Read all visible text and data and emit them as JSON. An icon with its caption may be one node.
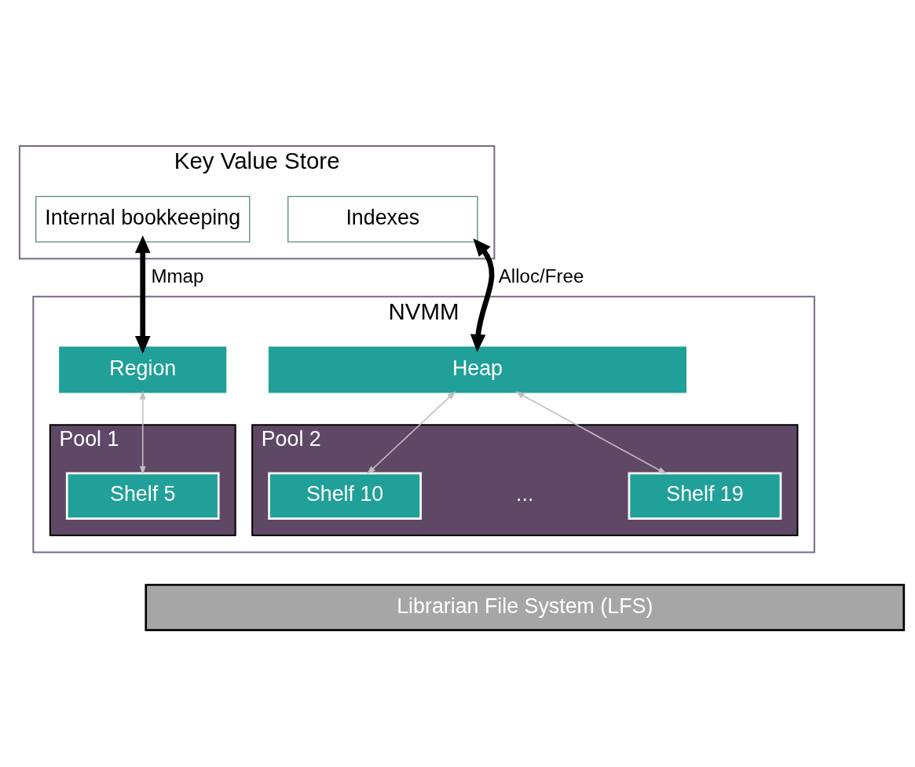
{
  "diagram": {
    "nodes": [
      {
        "text": [
          "Key Value Store"
        ]
      },
      {
        "text": [
          "Internal bookkeeping"
        ],
        "in": 0
      },
      {
        "text": [
          "Indexes"
        ],
        "in": 0
      },
      {
        "text": [
          "NVMM"
        ]
      },
      {
        "text": [
          "Region"
        ],
        "in": 3
      },
      {
        "text": [
          "Heap"
        ],
        "in": 3
      },
      {
        "text": [
          "Pool 1"
        ],
        "in": 3
      },
      {
        "text": [
          "Shelf 5"
        ],
        "in": 6
      },
      {
        "text": [
          "Pool 2"
        ],
        "in": 3
      },
      {
        "text": [
          "Shelf 10"
        ],
        "in": 8
      },
      {
        "text": [
          "Shelf 19"
        ],
        "in": 8
      },
      {
        "text": [
          "Librarian File System (LFS)"
        ]
      }
    ],
    "edges": [
      {
        "from": 1,
        "to": 4,
        "arrow": "both",
        "label": "Mmap",
        "style": "thick",
        "color": "#000000"
      },
      {
        "from": 2,
        "to": 5,
        "arrow": "both",
        "label": "Alloc/Free",
        "style": "thick",
        "color": "#000000"
      },
      {
        "from": 4,
        "to": 7,
        "arrow": "both"
      },
      {
        "from": 5,
        "to": 9,
        "arrow": "both"
      },
      {
        "from": 5,
        "to": 10,
        "arrow": "both"
      }
    ],
    "labels": [
      "..."
    ]
  }
}
